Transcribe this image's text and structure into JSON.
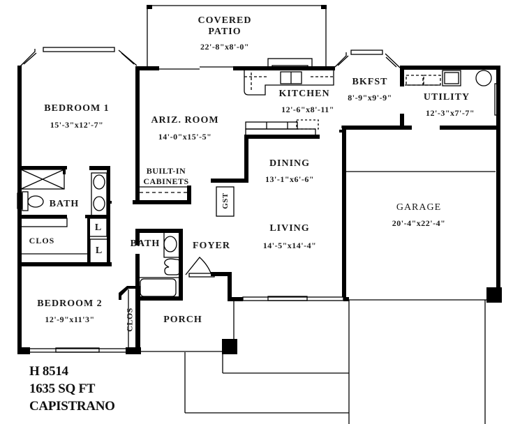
{
  "plan": {
    "model_code": "H 8514",
    "square_footage": "1635 SQ FT",
    "model_name": "CAPISTRANO"
  },
  "rooms": {
    "covered_patio": {
      "name_line1": "COVERED",
      "name_line2": "PATIO",
      "dims": "22'-8\"x8'-0\""
    },
    "bedroom1": {
      "name": "BEDROOM 1",
      "dims": "15'-3\"x12'-7\""
    },
    "ariz_room": {
      "name": "ARIZ. ROOM",
      "dims": "14'-0\"x15'-5\""
    },
    "kitchen": {
      "name": "KITCHEN",
      "dims": "12'-6\"x8'-11\""
    },
    "bkfst": {
      "name": "BKFST",
      "dims": "8'-9\"x9'-9\""
    },
    "utility": {
      "name": "UTILITY",
      "dims": "12'-3\"x7'-7\""
    },
    "dining": {
      "name": "DINING",
      "dims": "13'-1\"x6'-6\""
    },
    "living": {
      "name": "LIVING",
      "dims": "14'-5\"x14'-4\""
    },
    "garage": {
      "name": "GARAGE",
      "dims": "20'-4\"x22'-4\""
    },
    "bath1": {
      "name": "BATH"
    },
    "bath2": {
      "name": "BATH"
    },
    "clos1": {
      "name": "CLOS"
    },
    "clos2": {
      "name": "CLOS"
    },
    "foyer": {
      "name": "FOYER"
    },
    "porch": {
      "name": "PORCH"
    },
    "bedroom2": {
      "name": "BEDROOM 2",
      "dims": "12'-9\"x11'3\""
    }
  },
  "fixtures": {
    "built_in_cabinets_line1": "BUILT-IN",
    "built_in_cabinets_line2": "CABINETS",
    "gst": "GST",
    "linen1": "L",
    "linen2": "L"
  },
  "colors": {
    "wall": "#000000",
    "background": "#ffffff",
    "text": "#1a1a1a"
  }
}
